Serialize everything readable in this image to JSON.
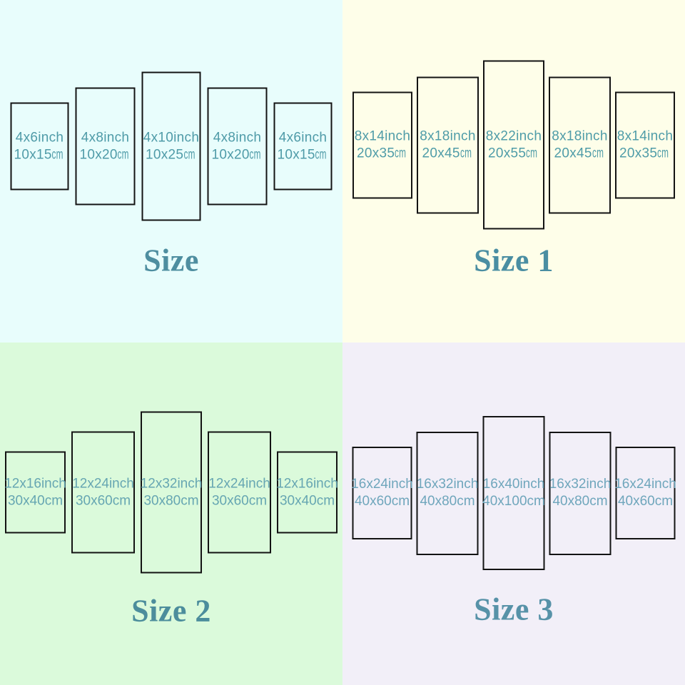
{
  "page_type": "5-piece canvas wall art size chart",
  "palette": {
    "quadrant_backgrounds": [
      "#E8FDFC",
      "#FEFEE9",
      "#DBFADB",
      "#F2EFF8"
    ],
    "panel_border": "#131313",
    "label_colors": [
      "#4F9BA8",
      "#4F9CA8",
      "#66A6B2",
      "#6FA6BC"
    ],
    "title_colors": [
      "#4E8EA0",
      "#4A8EA2",
      "#4C8D9C",
      "#5792A8"
    ]
  },
  "quadrants": [
    {
      "title": "Size",
      "panels": [
        {
          "inch": "4x6inch",
          "cm_value": "10x15",
          "cm_unit": "cm"
        },
        {
          "inch": "4x8inch",
          "cm_value": "10x20",
          "cm_unit": "cm"
        },
        {
          "inch": "4x10inch",
          "cm_value": "10x25",
          "cm_unit": "cm"
        },
        {
          "inch": "4x8inch",
          "cm_value": "10x20",
          "cm_unit": "cm"
        },
        {
          "inch": "4x6inch",
          "cm_value": "10x15",
          "cm_unit": "cm"
        }
      ]
    },
    {
      "title": "Size 1",
      "panels": [
        {
          "inch": "8x14inch",
          "cm_value": "20x35",
          "cm_unit": "cm"
        },
        {
          "inch": "8x18inch",
          "cm_value": "20x45",
          "cm_unit": "cm"
        },
        {
          "inch": "8x22inch",
          "cm_value": "20x55",
          "cm_unit": "cm"
        },
        {
          "inch": "8x18inch",
          "cm_value": "20x45",
          "cm_unit": "cm"
        },
        {
          "inch": "8x14inch",
          "cm_value": "20x35",
          "cm_unit": "cm"
        }
      ]
    },
    {
      "title": "Size 2",
      "panels": [
        {
          "inch": "12x16inch",
          "cm_value": "30x40",
          "cm_unit": "cm"
        },
        {
          "inch": "12x24inch",
          "cm_value": "30x60",
          "cm_unit": "cm"
        },
        {
          "inch": "12x32inch",
          "cm_value": "30x80",
          "cm_unit": "cm"
        },
        {
          "inch": "12x24inch",
          "cm_value": "30x60",
          "cm_unit": "cm"
        },
        {
          "inch": "12x16inch",
          "cm_value": "30x40",
          "cm_unit": "cm"
        }
      ]
    },
    {
      "title": "Size 3",
      "panels": [
        {
          "inch": "16x24inch",
          "cm_value": "40x60",
          "cm_unit": "cm"
        },
        {
          "inch": "16x32inch",
          "cm_value": "40x80",
          "cm_unit": "cm"
        },
        {
          "inch": "16x40inch",
          "cm_value": "40x100",
          "cm_unit": "cm"
        },
        {
          "inch": "16x32inch",
          "cm_value": "40x80",
          "cm_unit": "cm"
        },
        {
          "inch": "16x24inch",
          "cm_value": "40x60",
          "cm_unit": "cm"
        }
      ]
    }
  ]
}
